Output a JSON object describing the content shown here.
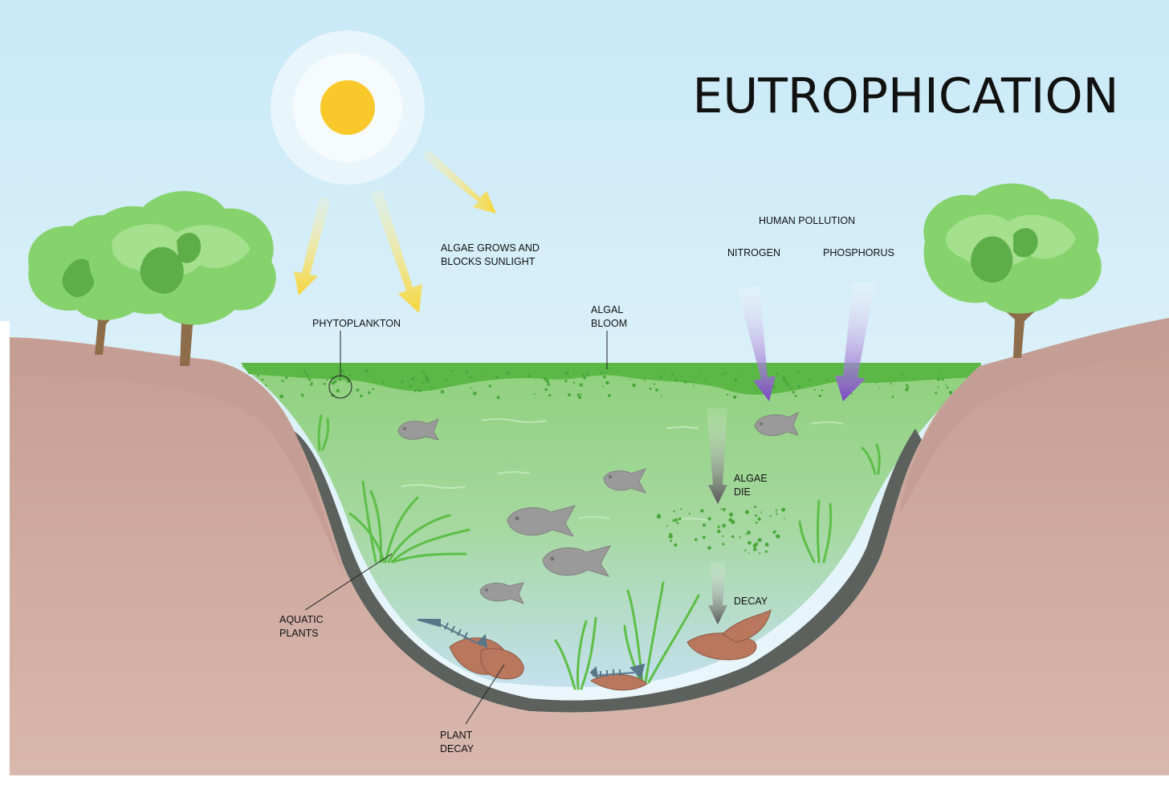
{
  "title": "EUTROPHICATION",
  "labels": {
    "algae_grows_line1": "ALGAE GROWS AND",
    "algae_grows_line2": "BLOCKS SUNLIGHT",
    "phytoplankton": "PHYTOPLANKTON",
    "algal_bloom_line1": "ALGAL",
    "algal_bloom_line2": "BLOOM",
    "human_pollution": "HUMAN POLLUTION",
    "nitrogen": "NITROGEN",
    "phosphorus": "PHOSPHORUS",
    "algae_die_line1": "ALGAE",
    "algae_die_line2": "DIE",
    "decay": "DECAY",
    "aquatic_plants_line1": "AQUATIC",
    "aquatic_plants_line2": "PLANTS",
    "plant_decay_line1": "PLANT",
    "plant_decay_line2": "DECAY"
  },
  "colors": {
    "sky_top": "#c9e9f7",
    "sky_bottom": "#eef8fc",
    "sun": "#f9c92b",
    "sunlight_arrow": "#f6d53a",
    "soil": "#d6b0a6",
    "soil_dark": "#c49e94",
    "sediment": "#5d615d",
    "algae_surface": "#5cb846",
    "water_top": "#8fd17d",
    "water_bottom": "#c0dff0",
    "pollution_arrow": "#7a47c2",
    "decay_arrow": "#555555",
    "tree_leaves": "#86d36d",
    "tree_trunk": "#8e6d4a",
    "fish": "#9a9a9a",
    "dead_leaves": "#b9785e"
  }
}
